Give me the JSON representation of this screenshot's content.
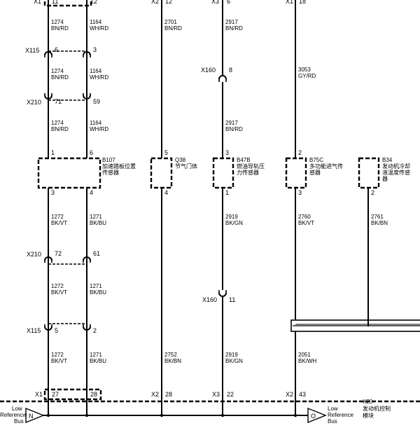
{
  "connectors": {
    "x1_top": "X1",
    "x1_top_p1": "11",
    "x1_top_p2": "12",
    "x2_top": "X2",
    "x2_top_p": "12",
    "x3_top": "X3",
    "x3_top_p": "6",
    "x1b_top": "X1",
    "x1b_top_p": "18",
    "x115a": "X115",
    "x115a_p1": "6",
    "x115a_p2": "3",
    "x210a": "X210",
    "x210a_p1": "71",
    "x210a_p2": "59",
    "x160a": "X160",
    "x160a_p": "8",
    "x210b": "X210",
    "x210b_p1": "72",
    "x210b_p2": "61",
    "x160b": "X160",
    "x160b_p": "11",
    "x115b": "X115",
    "x115b_p1": "5",
    "x115b_p2": "2",
    "x1_bot": "X1",
    "x1_bot_p1": "27",
    "x1_bot_p2": "28",
    "x2_bot": "X2",
    "x2_bot_p": "28",
    "x3_bot": "X3",
    "x3_bot_p": "22",
    "x2b_bot": "X2",
    "x2b_bot_p": "43"
  },
  "wires": {
    "w1_top_num": "1274",
    "w1_top_col": "BN/RD",
    "w2_top_num": "1164",
    "w2_top_col": "WH/RD",
    "w1_mid_num": "1274",
    "w1_mid_col": "BN/RD",
    "w2_mid_num": "1164",
    "w2_mid_col": "WH/RD",
    "w1_low_num": "1274",
    "w1_low_col": "BN/RD",
    "w2_low_num": "1164",
    "w2_low_col": "WH/RD",
    "w3_top_num": "2701",
    "w3_top_col": "BN/RD",
    "w4_top_num": "2917",
    "w4_top_col": "BN/RD",
    "w4_mid_num": "2917",
    "w4_mid_col": "BN/RD",
    "w5_top_num": "3053",
    "w5_top_col": "GY/RD",
    "w1_b1_num": "1272",
    "w1_b1_col": "BK/VT",
    "w2_b1_num": "1271",
    "w2_b1_col": "BK/BU",
    "w1_b2_num": "1272",
    "w1_b2_col": "BK/VT",
    "w2_b2_num": "1271",
    "w2_b2_col": "BK/BU",
    "w1_b3_num": "1272",
    "w1_b3_col": "BK/VT",
    "w2_b3_num": "1271",
    "w2_b3_col": "BK/BU",
    "w3_b_num": "2752",
    "w3_b_col": "BK/BN",
    "w4_b1_num": "2919",
    "w4_b1_col": "BK/GN",
    "w4_b2_num": "2919",
    "w4_b2_col": "BK/GN",
    "w5_b1_num": "2760",
    "w5_b1_col": "BK/VT",
    "w5_b2_num": "2051",
    "w5_b2_col": "BK/WH",
    "w6_b_num": "2761",
    "w6_b_col": "BK/BN"
  },
  "components": {
    "b107_id": "B107",
    "b107_name1": "加速踏板位置",
    "b107_name2": "传感器",
    "b107_p_top1": "1",
    "b107_p_top2": "6",
    "b107_p_bot1": "3",
    "b107_p_bot2": "4",
    "q38_id": "Q38",
    "q38_name": "节气门体",
    "q38_p_top": "5",
    "q38_p_bot": "4",
    "b47b_id": "B47B",
    "b47b_name1": "燃油导轨压",
    "b47b_name2": "力传感器",
    "b47b_p_top": "3",
    "b47b_p_bot": "1",
    "b75c_id": "B75C",
    "b75c_name1": "多功能进气传",
    "b75c_name2": "感器",
    "b75c_p_top": "2",
    "b75c_p_bot": "3",
    "b34_id": "B34",
    "b34_name1": "发动机冷却",
    "b34_name2": "液温度传感",
    "b34_name3": "器",
    "b34_p_bot": "2"
  },
  "module": {
    "k20_id": "K20",
    "k20_name1": "发动机控制",
    "k20_name2": "模块",
    "bus_left_l1": "Low",
    "bus_left_l2": "Referencw",
    "bus_left_l3": "Bus",
    "bus_left_sym": "N",
    "bus_right_l1": "Low",
    "bus_right_l2": "Reference",
    "bus_right_l3": "Bus",
    "bus_right_sym": "O"
  }
}
